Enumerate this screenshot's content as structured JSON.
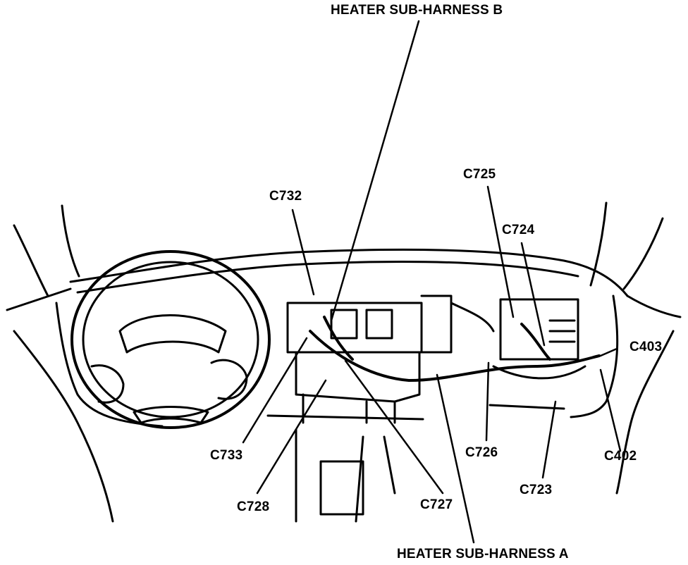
{
  "colors": {
    "ink": "#000000",
    "background": "#ffffff"
  },
  "labels": {
    "harness_b": "HEATER SUB-HARNESS B",
    "harness_a": "HEATER SUB-HARNESS A",
    "c732": "C732",
    "c725": "C725",
    "c724": "C724",
    "c403": "C403",
    "c402": "C402",
    "c733": "C733",
    "c728": "C728",
    "c727": "C727",
    "c726": "C726",
    "c723": "C723"
  }
}
